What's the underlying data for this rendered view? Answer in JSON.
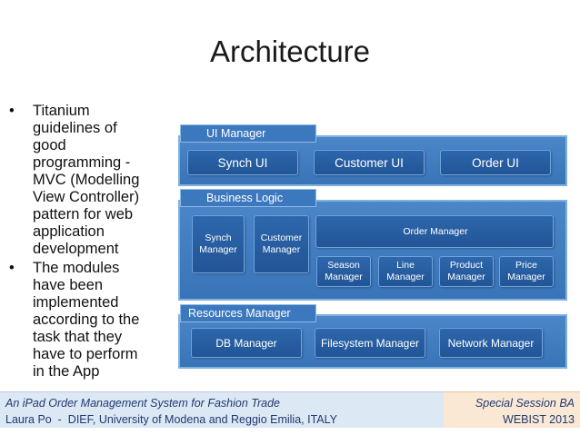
{
  "title": "Architecture",
  "bullets": [
    "Titanium guidelines of good programming - MVC (Modelling View Controller) pattern for web application development",
    "The modules have been implemented according to the task that they have to perform in the App"
  ],
  "bullet_lines": [
    [
      "Titanium",
      "guidelines of",
      "good",
      "programming -",
      "MVC (Modelling",
      "View Controller)",
      "pattern for web",
      "application",
      "development"
    ],
    [
      "The modules",
      "have been",
      "implemented",
      "according to the",
      "task that they",
      "have to perform",
      "in the App"
    ]
  ],
  "ui_manager": {
    "label": "UI Manager",
    "items": [
      "Synch UI",
      "Customer UI",
      "Order UI"
    ]
  },
  "business_logic": {
    "label": "Business Logic",
    "synch_manager": [
      "Synch",
      "Manager"
    ],
    "customer_manager": [
      "Customer",
      "Manager"
    ],
    "order_manager": {
      "label": "Order Manager",
      "children": [
        [
          "Season",
          "Manager"
        ],
        [
          "Line",
          "Manager"
        ],
        [
          "Product",
          "Manager"
        ],
        [
          "Price",
          "Manager"
        ]
      ]
    }
  },
  "resources_manager": {
    "label": "Resources Manager",
    "items": [
      "DB Manager",
      "Filesystem Manager",
      "Network Manager"
    ]
  },
  "footer": {
    "left_line1": "An iPad Order Management System for Fashion Trade",
    "left_line2": "Laura Po  -  DIEF, University of Modena and Reggio Emilia, ITALY",
    "right_line1": "Special Session BA",
    "right_line2": "WEBIST 2013"
  }
}
